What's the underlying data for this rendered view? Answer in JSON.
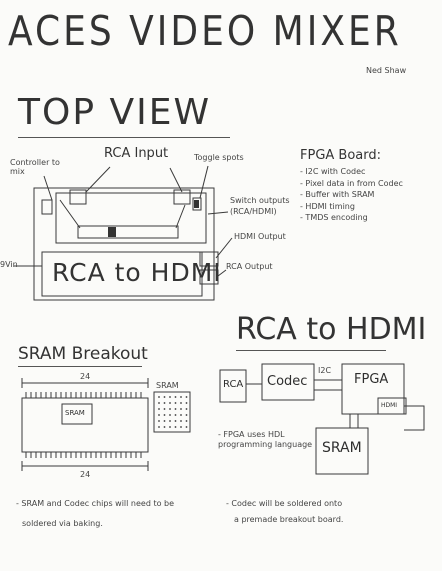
{
  "title": "ACES VIDEO MIXER",
  "author": "Ned Shaw",
  "top_view": {
    "heading": "TOP VIEW",
    "labels": {
      "controller": "Controller to mix",
      "rca_input": "RCA Input",
      "toggle": "Toggle spots",
      "switch_outputs": "Switch outputs (RCA/HDMI)",
      "hdmi_output": "HDMI Output",
      "rca_output": "RCA Output",
      "vin": "9Vin",
      "board": "RCA to HDMI"
    }
  },
  "fpga_board": {
    "heading": "FPGA Board:",
    "items": [
      "- I2C with Codec",
      "- Pixel data in from Codec",
      "- Buffer with SRAM",
      "- HDMI timing",
      "- TMDS encoding"
    ]
  },
  "sram_breakout": {
    "heading": "SRAM Breakout",
    "dim_top": "24",
    "dim_bottom": "24",
    "chip_label": "SRAM",
    "grid_label": "SRAM"
  },
  "rca_to_hdmi": {
    "heading": "RCA to HDMI",
    "blocks": {
      "rca": "RCA",
      "codec": "Codec",
      "fpga": "FPGA",
      "hdmi": "HDMI",
      "sram": "SRAM"
    },
    "link": "I2C",
    "note": "- FPGA uses HDL programming language"
  },
  "notes": {
    "left": [
      "- SRAM and Codec chips will need to be",
      "soldered via baking."
    ],
    "right": [
      "- Codec will be soldered onto",
      "a premade breakout board."
    ]
  }
}
